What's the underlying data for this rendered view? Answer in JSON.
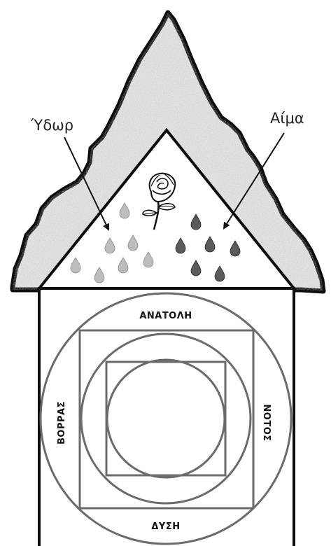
{
  "labels": {
    "water": "Ύδωρ",
    "blood": "Αίμα"
  },
  "directions": {
    "east": "ΑΝΑΤΟΛΗ",
    "west": "ΔΥΣΗ",
    "north": "ΒΟΡΡΑΣ",
    "south": "ΝΟΤΟΣ"
  },
  "icons": {
    "flower": "rose-icon",
    "water_drop": "water-drop-icon",
    "blood_drop": "blood-drop-icon"
  },
  "colors": {
    "outline": "#111111",
    "ring": "#6b6b6b",
    "mountain_fill": "#e4e4e4",
    "water_drop": "#b8b8b8",
    "blood_drop": "#555555"
  }
}
